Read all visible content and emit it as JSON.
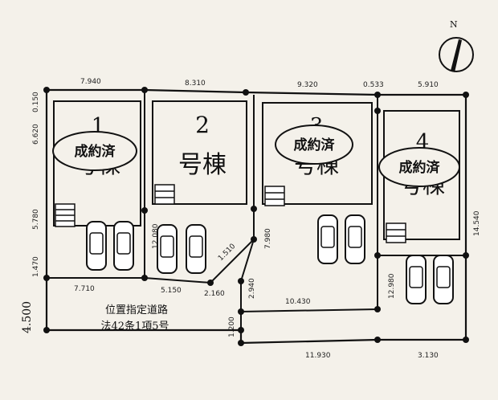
{
  "compass": {
    "label": "N"
  },
  "lots": [
    {
      "number": "1",
      "suffix": "号棟",
      "status": "成約済"
    },
    {
      "number": "2",
      "suffix": "号棟",
      "status": ""
    },
    {
      "number": "3",
      "suffix": "号棟",
      "status": "成約済"
    },
    {
      "number": "4",
      "suffix": "号棟",
      "status": "成約済"
    }
  ],
  "road": {
    "line1": "位置指定道路",
    "line2": "法42条1項5号",
    "width": "4.500"
  },
  "dimensions": {
    "top": [
      "7.940",
      "8.310",
      "9.320",
      "0.533",
      "5.910"
    ],
    "left": [
      "0.150",
      "6.620",
      "5.780",
      "1.470"
    ],
    "inner": [
      "7.710",
      "5.150",
      "2.160",
      "1.510",
      "12.080",
      "7.980",
      "2.940",
      "10.430",
      "1.200",
      "12.980",
      "14.540"
    ],
    "bottom": [
      "11.930",
      "3.130"
    ]
  }
}
